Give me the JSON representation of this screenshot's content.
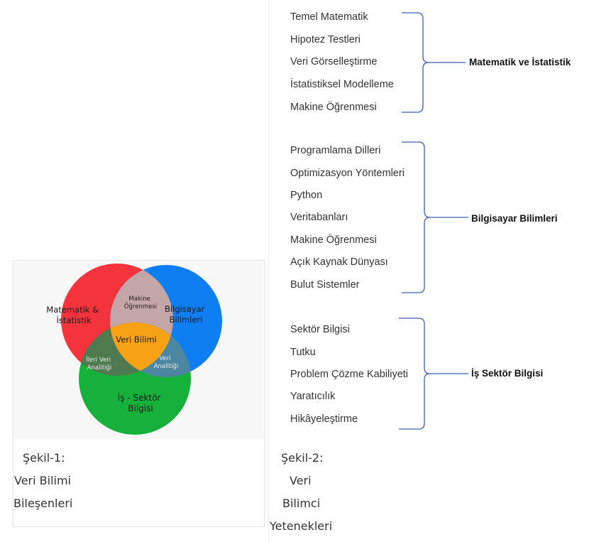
{
  "figure1": {
    "sets": [
      {
        "label_lines": [
          "Matematik &",
          "İstatistik"
        ],
        "color": "#f5333d"
      },
      {
        "label_lines": [
          "Bilgisayar",
          "Bilimleri"
        ],
        "color": "#0f7ef2"
      },
      {
        "label_lines": [
          "İş - Sektör",
          "Bilgisi"
        ],
        "color": "#16b13a"
      }
    ],
    "overlaps": {
      "top_label_lines": [
        "Makine",
        "Öğrenmesi"
      ],
      "top_color": "#c4a6a8",
      "left_label_lines": [
        "İleri Veri",
        "Analitiği"
      ],
      "left_color": "#4f7a4f",
      "right_label_lines": [
        "Veri",
        "Analitiği"
      ],
      "right_color": "#4d86a0",
      "center_label": "Veri Bilimi",
      "center_color": "#f7a215"
    },
    "caption_lines": [
      "Şekil-1:",
      "Veri Bilimi",
      "Bileşenleri"
    ]
  },
  "figure2": {
    "groups": [
      {
        "title": "Matematik ve İstatistik",
        "items": [
          "Temel Matematik",
          "Hipotez Testleri",
          "Veri Görselleştirme",
          "İstatistiksel Modelleme",
          "Makine Öğrenmesi"
        ]
      },
      {
        "title": "Bilgisayar Bilimleri",
        "items": [
          "Programlama Dilleri",
          "Optimizasyon Yöntemleri",
          "Python",
          "Veritabanları",
          "Makine Öğrenmesi",
          "Açık Kaynak Dünyası",
          "Bulut Sistemler"
        ]
      },
      {
        "title": "İş Sektör Bilgisi",
        "items": [
          "Sektör Bilgisi",
          "Tutku",
          "Problem Çözme Kabiliyeti",
          "Yaratıcılık",
          "Hikâyeleştirme"
        ]
      }
    ],
    "brace_color": "#3f5fb3",
    "caption_lines": [
      "Şekil-2:",
      "Veri",
      "Bilimci",
      "Yetenekleri"
    ]
  }
}
